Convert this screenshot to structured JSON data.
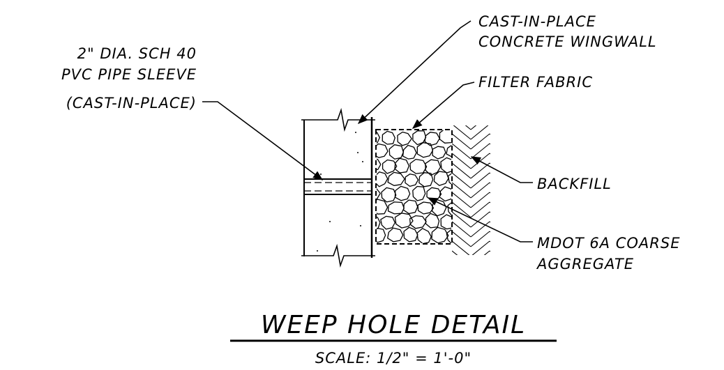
{
  "labels": {
    "pipe_line1": "2\" DIA. SCH 40",
    "pipe_line2": "PVC PIPE SLEEVE",
    "pipe_line3": "(CAST-IN-PLACE)",
    "wall_line1": "CAST-IN-PLACE",
    "wall_line2": "CONCRETE WINGWALL",
    "fabric": "FILTER FABRIC",
    "backfill": "BACKFILL",
    "aggregate_line1": "MDOT 6A COARSE",
    "aggregate_line2": "AGGREGATE"
  },
  "title_block": {
    "title": "WEEP HOLE DETAIL",
    "scale": "SCALE: 1/2\" = 1'-0\""
  }
}
